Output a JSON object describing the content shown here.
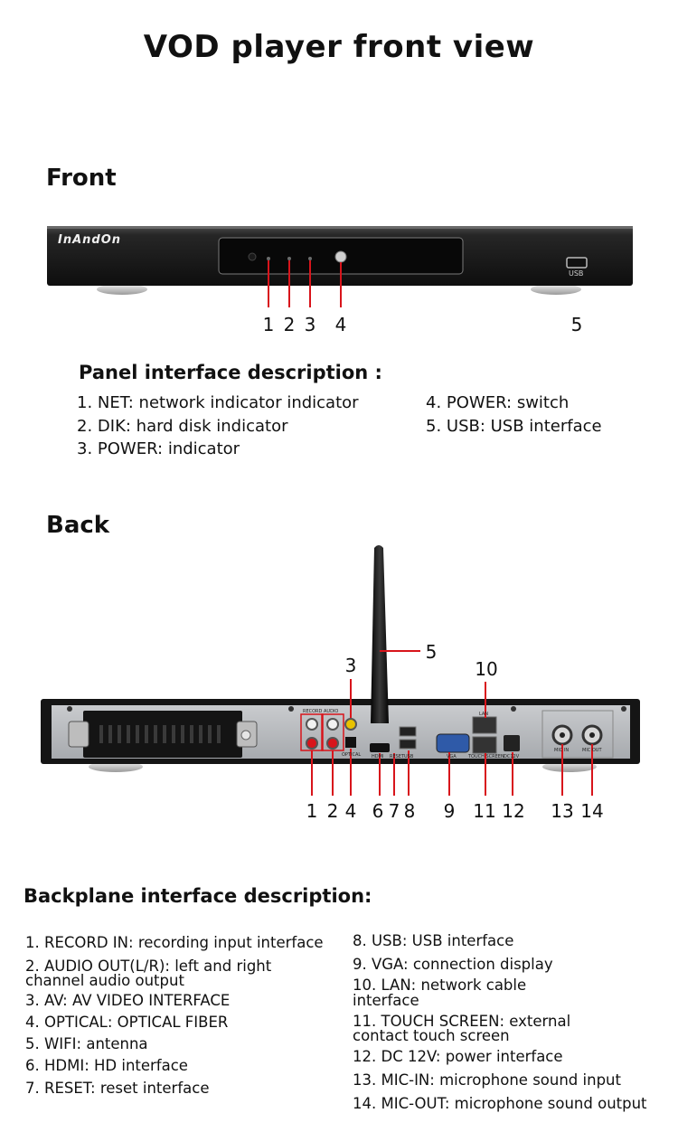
{
  "title": "VOD player front view",
  "front": {
    "heading": "Front",
    "brand": "InAndOn",
    "usb_label": "USB",
    "callouts": [
      "1",
      "2",
      "3",
      "4",
      "5"
    ],
    "panel_heading": "Panel interface description :",
    "left_items": [
      "1. NET: network indicator indicator",
      "2. DIK: hard disk indicator",
      "3. POWER: indicator"
    ],
    "right_items": [
      "4. POWER: switch",
      "5.  USB: USB interface"
    ]
  },
  "back": {
    "heading": "Back",
    "callouts": [
      "1",
      "2",
      "3",
      "4",
      "5",
      "6",
      "7",
      "8",
      "9",
      "10",
      "11",
      "12",
      "13",
      "14"
    ],
    "port_labels": [
      "RECORD",
      "AUDIO",
      "OPTICAL",
      "HDMI",
      "RESET",
      "USB",
      "VGA",
      "LAN",
      "TOUCH SCREEN",
      "DC12V",
      "MIC IN",
      "MIC OUT"
    ],
    "desc_heading": "Backplane interface description:",
    "left_items": [
      "1. RECORD IN: recording input interface",
      "2. AUDIO OUT(L/R): left and right",
      "channel audio output",
      "3. AV:  AV VIDEO INTERFACE",
      "4. OPTICAL: OPTICAL FIBER",
      "5. WIFI: antenna",
      "6.  HDMI: HD interface",
      "7.  RESET: reset interface"
    ],
    "right_items": [
      "8. USB: USB interface",
      "9. VGA: connection display",
      "10. LAN: network cable",
      "interface",
      "11. TOUCH SCREEN: external",
      "contact touch screen",
      "12. DC 12V: power interface",
      "13. MIC-IN: microphone sound input",
      "14.  MIC-OUT: microphone sound output"
    ]
  },
  "colors": {
    "callout_red": "#d8141b",
    "device_dark": "#1c1c1c",
    "panel_gray": "#b9bcc0"
  }
}
